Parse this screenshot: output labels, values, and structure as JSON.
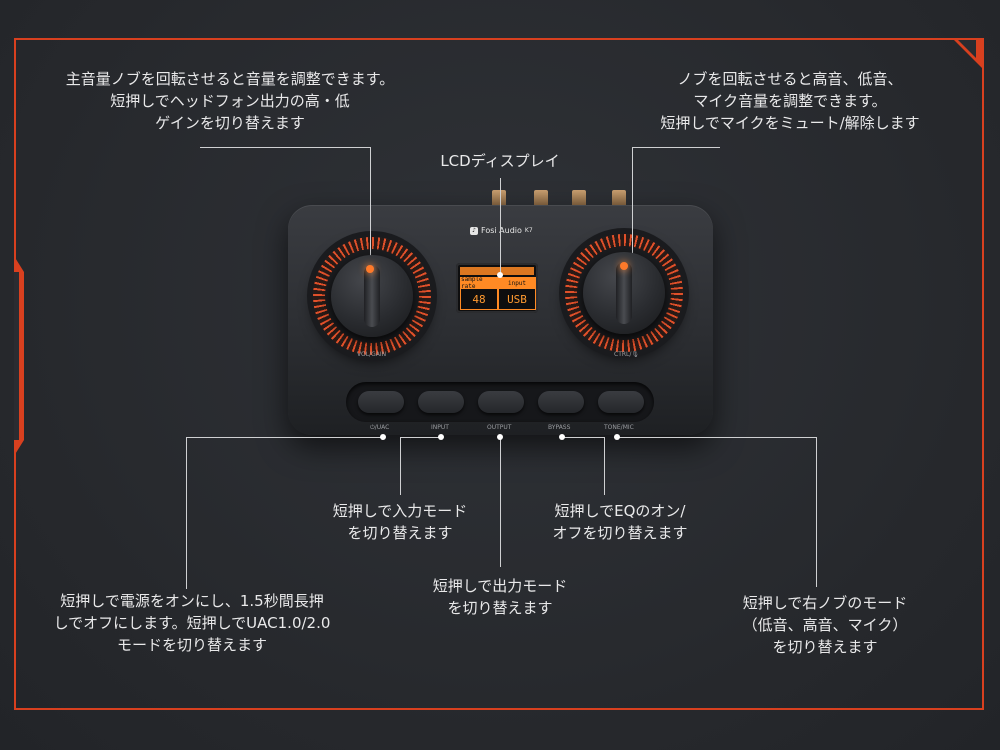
{
  "annotations": {
    "main_knob": "主音量ノブを回転させると音量を調整できます。\n短押しでヘッドフォン出力の高・低\nゲインを切り替えます",
    "right_knob": "ノブを回転させると高音、低音、\nマイク音量を調整できます。\n短押しでマイクをミュート/解除します",
    "lcd": "LCDディスプレイ",
    "input_btn": "短押しで入力モード\nを切り替えます",
    "bypass_btn": "短押しでEQのオン/\nオフを切り替えます",
    "output_btn": "短押しで出力モード\nを切り替えます",
    "power_btn": "短押しで電源をオンにし、1.5秒間長押\nしでオフにします。短押しでUAC1.0/2.0\nモードを切り替えます",
    "tone_btn": "短押しで右ノブのモード\n（低音、高音、マイク）\nを切り替えます"
  },
  "device": {
    "brand": "Fosi Audio",
    "model": "K7",
    "left_knob_label": "VOL/GAIN",
    "right_knob_label": "CTRL/🎙",
    "buttons": [
      "⏻/UAC",
      "INPUT",
      "OUTPUT",
      "BYPASS",
      "TONE/MIC"
    ],
    "lcd": {
      "sample_rate_label": "sample rate",
      "sample_rate_value": "48",
      "input_label": "input",
      "input_value": "USB"
    }
  },
  "colors": {
    "accent": "#d8401f",
    "lcd": "#ff8a24",
    "background": "#2a2c31"
  }
}
